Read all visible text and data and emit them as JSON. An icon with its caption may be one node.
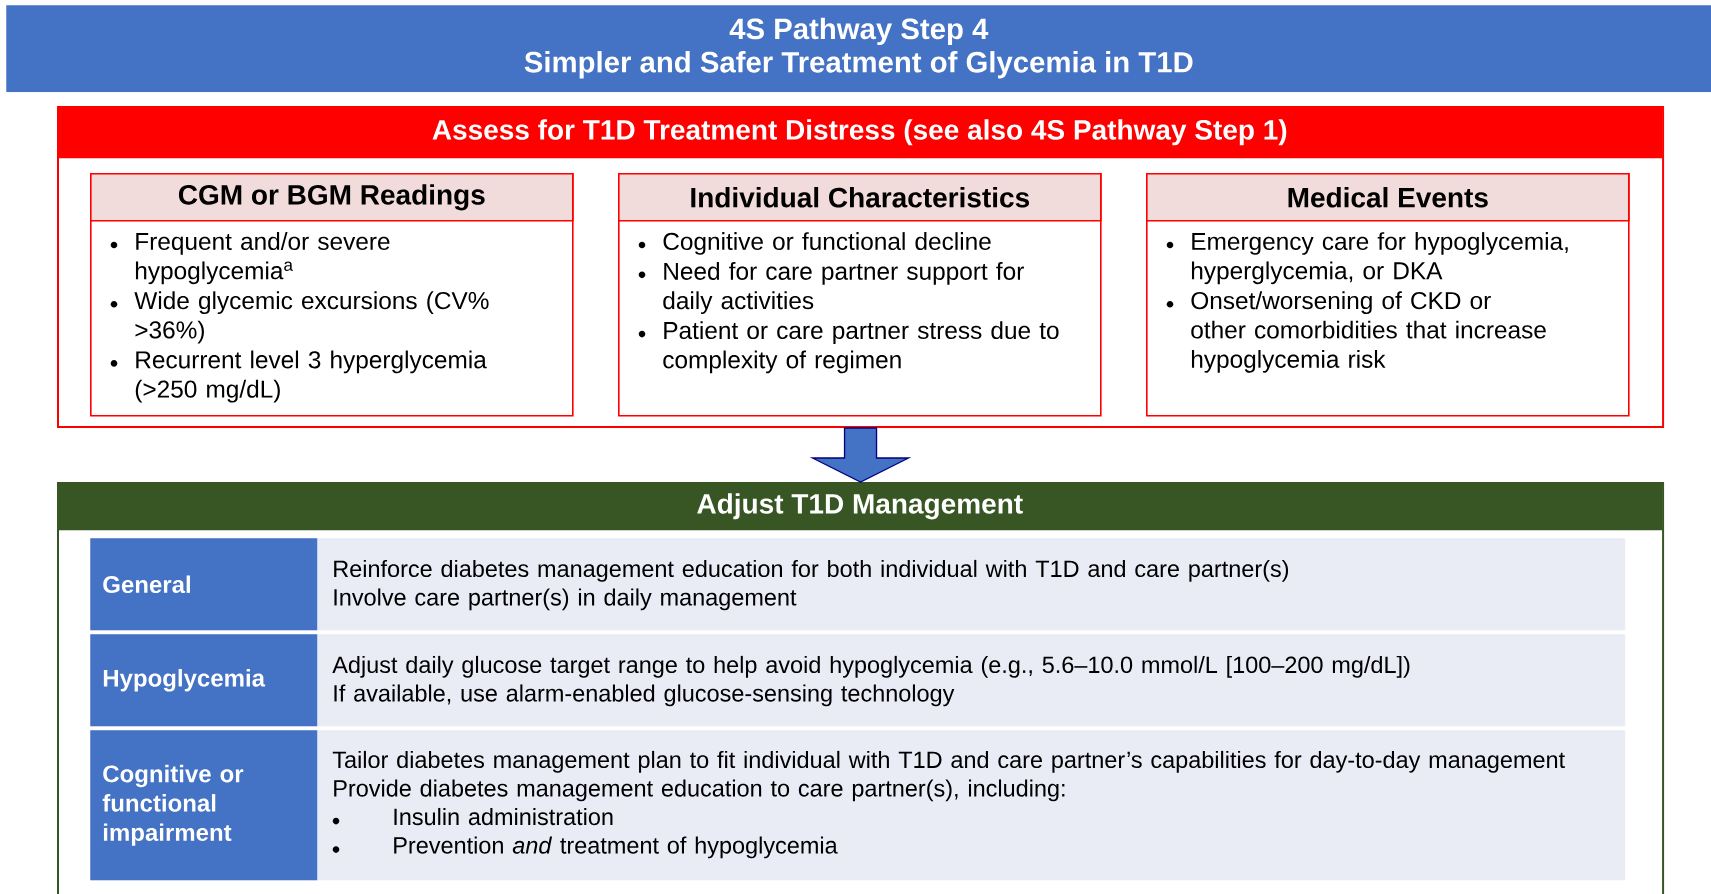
{
  "diagram": {
    "nodes": [
      {
        "text": [
          "4S Pathway Step 4",
          "Simpler and Safer Treatment of Glycemia in T1D"
        ]
      },
      {
        "text": [
          "Assess for T1D Treatment Distress (see also 4S Pathway Step 1)"
        ]
      },
      {
        "text": [
          "CGM or BGM Readings",
          "Frequent and/or severe hypoglycemia$^{a}$",
          "Wide glycemic excursions (CV% >36%)",
          "Recurrent level 3 hyperglycemia (>250 mg/dL)"
        ],
        "in": 1
      },
      {
        "text": [
          "Individual Characteristics",
          "Cognitive or functional decline",
          "Need for care partner support for daily activities",
          "Patient or care partner stress due to complexity of regimen"
        ],
        "in": 1
      },
      {
        "text": [
          "Medical Events",
          "Emergency care for hypoglycemia, hyperglycemia, or DKA",
          "Onset/worsening of CKD or other comorbidities that increase hypoglycemia risk"
        ],
        "in": 1
      },
      {
        "text": [
          "Adjust T1D Management"
        ]
      },
      {
        "text": [
          "General",
          "Reinforce diabetes management education for both individual with T1D and care partner(s)",
          "Involve care partner(s) in daily management"
        ],
        "in": 5
      },
      {
        "text": [
          "Hypoglycemia",
          "Adjust daily glucose target range to help avoid hypoglycemia (e.g., 5.6–10.0 mmol/L [100–200 mg/dL])",
          "If available, use alarm-enabled glucose-sensing technology"
        ],
        "in": 5
      },
      {
        "text": [
          "Cognitive or functional impairment",
          "Tailor diabetes management plan to fit individual with T1D and care partner’s capabilities for day-to-day management",
          "Provide diabetes management education to care partner(s), including:",
          "Insulin administration",
          "Prevention *and* treatment of hypoglycemia"
        ],
        "in": 5
      }
    ],
    "edges": [
      {
        "from": 1,
        "to": 5,
        "arrow": "to"
      }
    ]
  }
}
